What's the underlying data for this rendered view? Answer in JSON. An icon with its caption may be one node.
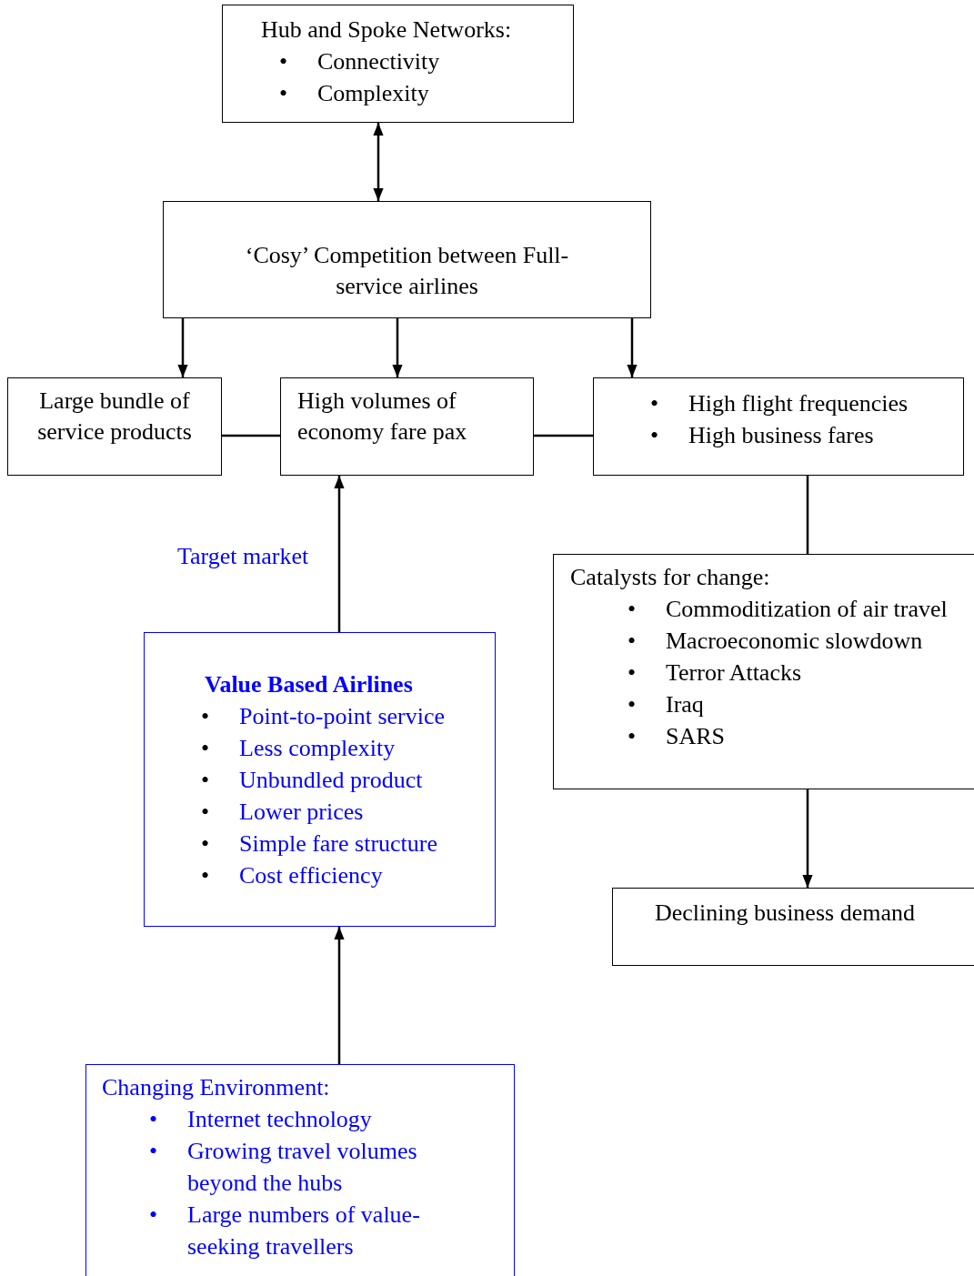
{
  "diagram": {
    "nodes": [
      {
        "text": [
          "Hub and Spoke Networks:",
          "•",
          "Connectivity",
          "•",
          "Complexity"
        ]
      },
      {
        "text": [
          "‘Cosy’ Competition between Full-service airlines"
        ]
      },
      {
        "text": [
          "Large bundle of service products"
        ]
      },
      {
        "text": [
          "High volumes of economy fare pax"
        ]
      },
      {
        "text": [
          "•",
          "High flight frequencies",
          "•",
          "High business fares"
        ]
      },
      {
        "text": [
          "Catalysts for change:",
          "•",
          "Commoditization of air travel",
          "•",
          "Macroeconomic slowdown",
          "•",
          "Terror Attacks",
          "•",
          "Iraq",
          "•",
          "SARS"
        ]
      },
      {
        "text": [
          "Declining business demand"
        ]
      },
      {
        "text": [
          "Value Based Airlines",
          "•",
          "Point-to-point service",
          "•",
          "Less complexity",
          "•",
          "Unbundled product",
          "•",
          "Lower prices",
          "•",
          "Simple fare structure",
          "•",
          "Cost efficiency"
        ]
      },
      {
        "text": [
          "Changing Environment:",
          "•",
          "Internet technology",
          "•",
          "Growing travel volumes beyond the hubs",
          "•",
          "Large numbers of value-seeking travellers"
        ]
      }
    ],
    "edges": [
      {
        "from": 0,
        "to": 1,
        "arrow": "both"
      },
      {
        "from": 1,
        "to": 2,
        "arrow": "to"
      },
      {
        "from": 1,
        "to": 3,
        "arrow": "to"
      },
      {
        "from": 1,
        "to": 4,
        "arrow": "to"
      },
      {
        "from": 2,
        "to": 3,
        "arrow": "none"
      },
      {
        "from": 3,
        "to": 4,
        "arrow": "none"
      },
      {
        "from": 4,
        "to": 5,
        "arrow": "none"
      },
      {
        "from": 5,
        "to": 6,
        "arrow": "to"
      },
      {
        "from": 7,
        "to": 3,
        "arrow": "to",
        "label": "Target market"
      },
      {
        "from": 8,
        "to": 7,
        "arrow": "to"
      }
    ]
  }
}
